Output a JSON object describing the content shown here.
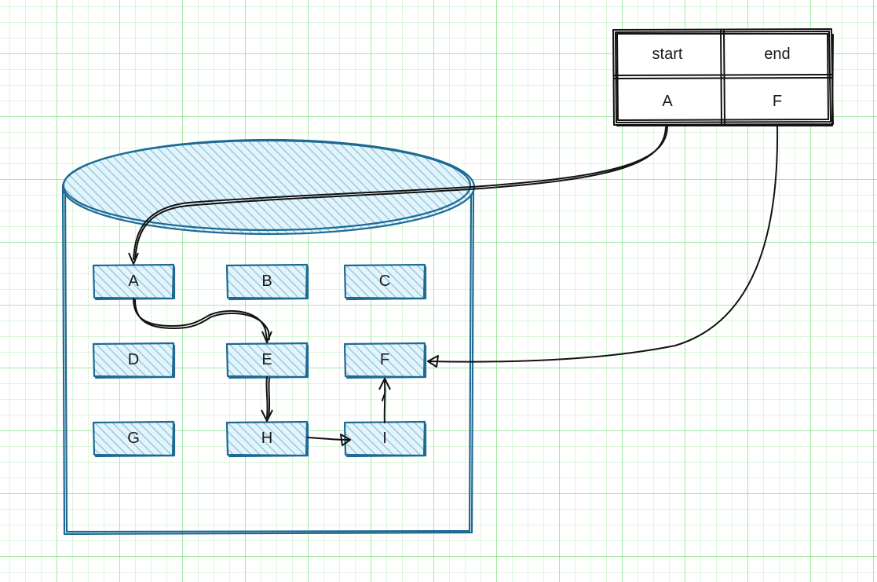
{
  "table": {
    "headers": [
      "start",
      "end"
    ],
    "values": [
      "A",
      "F"
    ]
  },
  "nodes": [
    "A",
    "B",
    "C",
    "D",
    "E",
    "F",
    "G",
    "H",
    "I"
  ],
  "colors": {
    "node_stroke": "#1d6a92",
    "node_hatch": "#8fcde8",
    "edge": "#111111",
    "grid": "#78dc78"
  }
}
